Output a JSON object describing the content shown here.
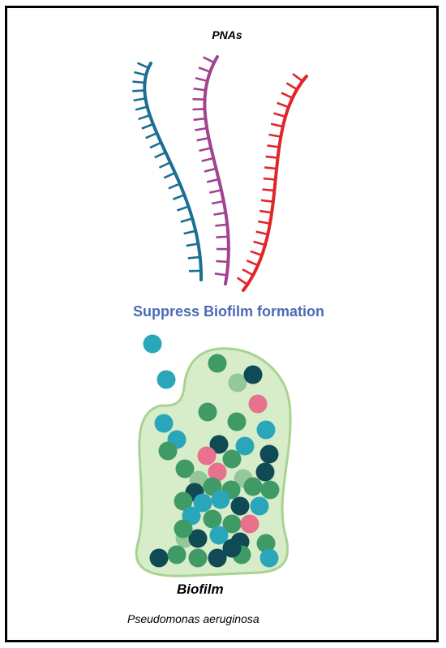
{
  "diagram": {
    "top_label": "PNAs",
    "arrow_caption": "Suppress Biofilm formation",
    "bottom_label": "Biofilm",
    "organism": "Pseudomonas aeruginosa"
  },
  "strands": [
    {
      "name": "pna-strand-blue",
      "color": "#1b6f92"
    },
    {
      "name": "pna-strand-purple",
      "color": "#a2438f"
    },
    {
      "name": "pna-strand-red",
      "color": "#e0262b"
    }
  ],
  "colors": {
    "caption": "#4a6bb5",
    "biofilm_matrix_fill": "#d7ecc9",
    "biofilm_matrix_stroke": "#a9d391",
    "cell_teal": "#2aa6bb",
    "cell_green": "#3f9a66",
    "cell_dark": "#0f4a55",
    "cell_pink": "#e8718e",
    "cell_light_green": "#94c79a"
  }
}
